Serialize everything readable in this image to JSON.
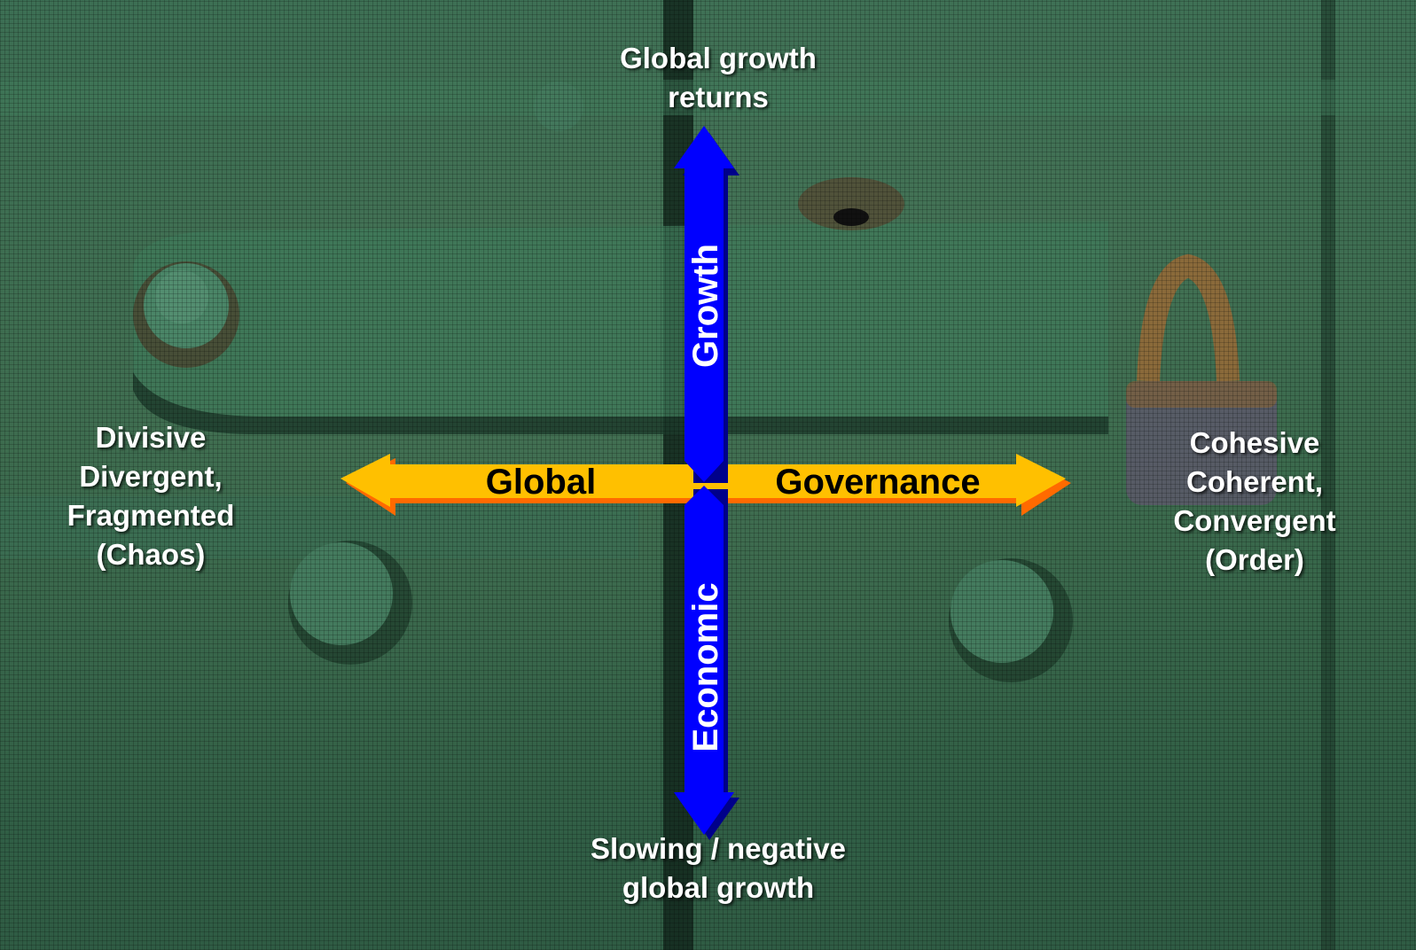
{
  "top_label": "Global growth\nreturns",
  "bottom_label": "Slowing / negative\nglobal growth",
  "left_label": "Divisive\nDivergent,\nFragmented\n(Chaos)",
  "right_label": "Cohesive\nCoherent,\nConvergent\n(Order)",
  "horizontal_axis": {
    "left_word": "Global",
    "right_word": "Governance",
    "fill_color": "#ffc000",
    "shadow_color": "#ff6a00",
    "text_color": "#000000"
  },
  "vertical_axis": {
    "top_word": "Growth",
    "bottom_word": "Economic",
    "fill_color": "#0000ff",
    "shadow_color": "#00008a",
    "text_color": "#ffffff"
  },
  "background": {
    "base_color": "#356548"
  }
}
